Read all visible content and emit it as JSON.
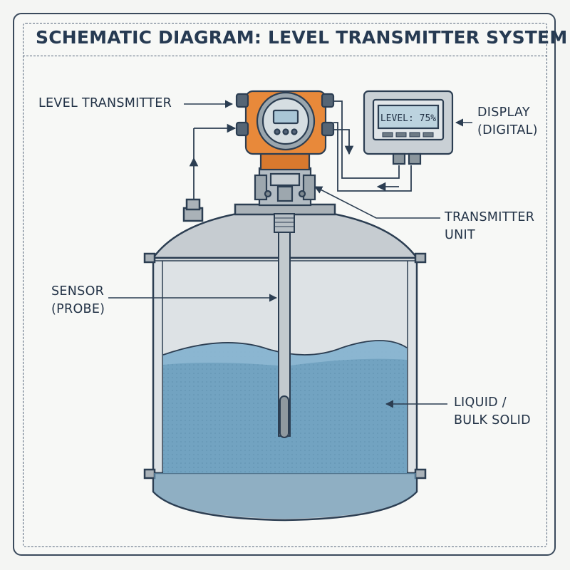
{
  "title": "SCHEMATIC DIAGRAM: LEVEL TRANSMITTER SYSTEM",
  "labels": {
    "level_transmitter": "LEVEL TRANSMITTER",
    "display_line1": "DISPLAY",
    "display_line2": "(DIGITAL)",
    "transmitter_unit_line1": "TRANSMITTER",
    "transmitter_unit_line2": "UNIT",
    "sensor_line1": "SENSOR",
    "sensor_line2": "(PROBE)",
    "liquid_line1": "LIQUID /",
    "liquid_line2": "BULK SOLID"
  },
  "display_readout": "LEVEL: 75%",
  "level_percent": 75,
  "colors": {
    "outline": "#2c3e52",
    "tank_fill": "#c9cfd3",
    "tank_inner": "#dde2e5",
    "liquid": "#6e9fbd",
    "liquid_top": "#8db8d2",
    "housing": "#e8893a",
    "screen": "#bcd3df"
  }
}
